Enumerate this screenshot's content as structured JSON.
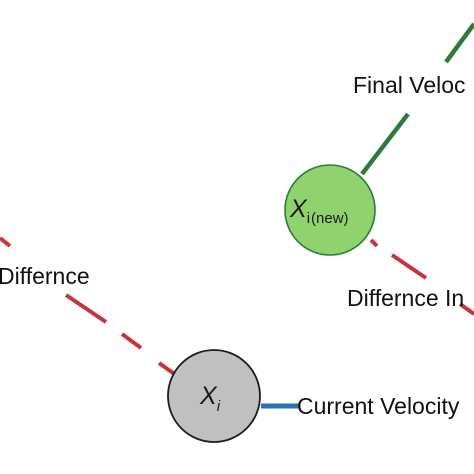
{
  "nodes": {
    "xi": {
      "symbol": "X",
      "subscript": "i",
      "fill": "#c0c0c0"
    },
    "xi_new": {
      "symbol": "X",
      "subscript": "i",
      "subscript_suffix": "(new)",
      "fill": "#90d26e"
    }
  },
  "edges": {
    "difference_left": {
      "label": "Differnce",
      "color": "#c8323a"
    },
    "difference_right": {
      "label": "Differnce In",
      "color": "#c8323a"
    },
    "final_velocity": {
      "label": "Final Veloc",
      "color": "#2e7a3a"
    },
    "current_velocity": {
      "label": "Current Velocity",
      "color": "#2c70b6"
    }
  }
}
